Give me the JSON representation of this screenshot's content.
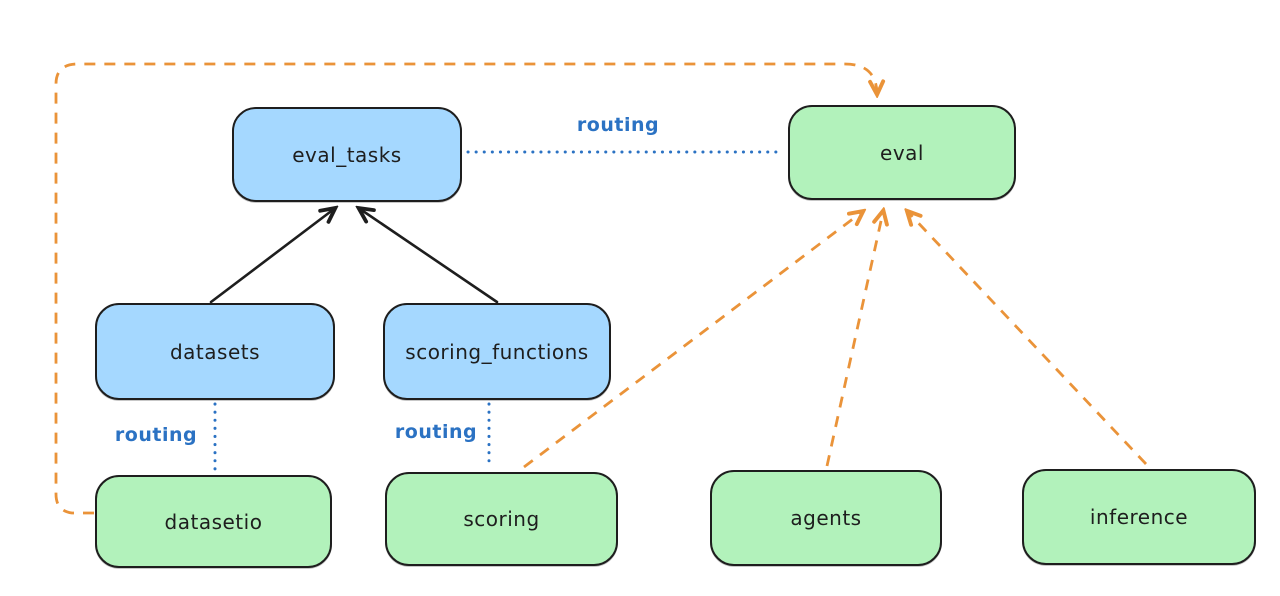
{
  "diagram": {
    "title": "",
    "colors": {
      "background": "#ffffff",
      "node_border": "#1e1e1e",
      "blue_fill": "#a5d8ff",
      "green_fill": "#b2f2bb",
      "routing_blue": "#2b72c3",
      "provider_orange": "#ea9339",
      "arrow_black": "#1e1e1e"
    },
    "nodes": {
      "eval_tasks": {
        "label": "eval_tasks",
        "fill": "#a5d8ff",
        "kind": "resource"
      },
      "eval": {
        "label": "eval",
        "fill": "#b2f2bb",
        "kind": "api"
      },
      "datasets": {
        "label": "datasets",
        "fill": "#a5d8ff",
        "kind": "resource"
      },
      "scoring_functions": {
        "label": "scoring_functions",
        "fill": "#a5d8ff",
        "kind": "resource"
      },
      "datasetio": {
        "label": "datasetio",
        "fill": "#b2f2bb",
        "kind": "api"
      },
      "scoring": {
        "label": "scoring",
        "fill": "#b2f2bb",
        "kind": "api"
      },
      "agents": {
        "label": "agents",
        "fill": "#b2f2bb",
        "kind": "api"
      },
      "inference": {
        "label": "inference",
        "fill": "#b2f2bb",
        "kind": "api"
      }
    },
    "edges": [
      {
        "from": "datasets",
        "to": "eval_tasks",
        "style": "solid-black-arrow",
        "label": ""
      },
      {
        "from": "scoring_functions",
        "to": "eval_tasks",
        "style": "solid-black-arrow",
        "label": ""
      },
      {
        "from": "eval_tasks",
        "to": "eval",
        "style": "dotted-blue",
        "label": "routing"
      },
      {
        "from": "datasets",
        "to": "datasetio",
        "style": "dotted-blue",
        "label": "routing"
      },
      {
        "from": "scoring_functions",
        "to": "scoring",
        "style": "dotted-blue",
        "label": "routing"
      },
      {
        "from": "datasetio",
        "to": "eval",
        "style": "dashed-orange-arrow",
        "label": ""
      },
      {
        "from": "scoring",
        "to": "eval",
        "style": "dashed-orange-arrow",
        "label": ""
      },
      {
        "from": "agents",
        "to": "eval",
        "style": "dashed-orange-arrow",
        "label": ""
      },
      {
        "from": "inference",
        "to": "eval",
        "style": "dashed-orange-arrow",
        "label": ""
      }
    ]
  }
}
